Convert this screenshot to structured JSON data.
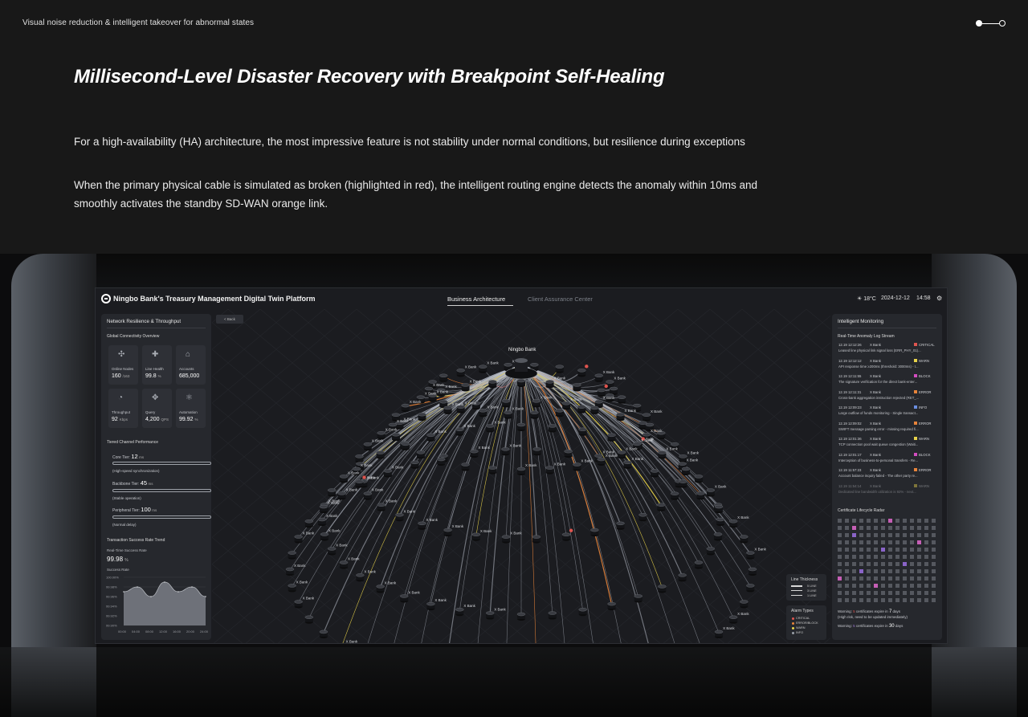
{
  "page": {
    "tagline": "Visual noise reduction & intelligent takeover for abnormal states",
    "headline": "Millisecond-Level Disaster Recovery with Breakpoint Self-Healing",
    "paragraph1": "For a high-availability (HA) architecture, the most impressive feature is not stability under normal conditions, but resilience during exceptions",
    "paragraph2": "When the primary physical cable is simulated as broken (highlighted in red), the intelligent routing engine detects the anomaly within 10ms and smoothly activates the standby SD-WAN orange link."
  },
  "dashboard": {
    "title": "Ningbo Bank's Treasury Management Digital Twin Platform",
    "tabs": [
      "Business Architecture",
      "Client Assurance Center"
    ],
    "active_tab": 0,
    "weather": "☀ 18°C",
    "date": "2024-12-12",
    "time": "14:58",
    "back_label": "< Back",
    "center_node": "Ningbo Bank",
    "node_label": "X Bank",
    "left_panel": {
      "title": "Network Resilience & Throughput",
      "overview_title": "Global Connectivity Overview",
      "tiles": [
        {
          "icon": "✣",
          "label": "Online Nodes",
          "value": "160",
          "unit": "/163"
        },
        {
          "icon": "✚",
          "label": "Line Health",
          "value": "99.8",
          "unit": "%"
        },
        {
          "icon": "⌂",
          "label": "Accounts",
          "value": "685,000",
          "unit": ""
        },
        {
          "icon": "◔",
          "label": "Throughput",
          "value": "92",
          "unit": "Kbps"
        },
        {
          "icon": "✥",
          "label": "Query",
          "value": "4,200",
          "unit": "QPS"
        },
        {
          "icon": "⚛",
          "label": "Automation",
          "value": "99.92",
          "unit": "%"
        }
      ],
      "tier_title": "Tiered Channel Performance",
      "tiers": [
        {
          "label": "Core Tier:",
          "value": "12",
          "unit": "ms",
          "note": "(High-speed synchronization)"
        },
        {
          "label": "Backbone Tier:",
          "value": "45",
          "unit": "ms",
          "note": "(Stable operation)"
        },
        {
          "label": "Peripheral Tier:",
          "value": "100",
          "unit": "ms",
          "note": "(Normal delay)"
        }
      ],
      "trend_title": "Transaction Success Rate Trend",
      "realtime_label": "Real-Time Success Rate",
      "realtime_value": "99.98",
      "realtime_unit": "%",
      "chart_label": "Success Rate"
    },
    "right_panel": {
      "title": "Intelligent Monitoring",
      "log_title": "Real-Time Anomaly Log Stream",
      "logs": [
        {
          "time": "12.19 12:12:26",
          "bank": "X Bank",
          "level": "CRITICAL",
          "color": "#e0554f",
          "msg": "Leased line physical link signal loss (ERR_PHY_01)..."
        },
        {
          "time": "12.19 12:12:12",
          "bank": "X Bank",
          "level": "WARN",
          "color": "#e8d34a",
          "msg": "API response time ≥200ms (threshold: 3000ms) - t..."
        },
        {
          "time": "12.19 12:11:55",
          "bank": "X Bank",
          "level": "BLOCK",
          "color": "#d34cc0",
          "msg": "The signature verification for the direct bank-enter..."
        },
        {
          "time": "12.19 12:11:31",
          "bank": "X Bank",
          "level": "ERROR",
          "color": "#e8843a",
          "msg": "Cross-bank aggregation instruction rejected (RET_..."
        },
        {
          "time": "12.19 12:09:23",
          "bank": "X Bank",
          "level": "INFO",
          "color": "#6a8ee0",
          "msg": "Large outflow of funds monitoring - Single transact..."
        },
        {
          "time": "12.19 12:09:02",
          "bank": "X Bank",
          "level": "ERROR",
          "color": "#e8843a",
          "msg": "SWIFT message parsing error - missing required fi..."
        },
        {
          "time": "12.19 12:01:36",
          "bank": "X Bank",
          "level": "WARN",
          "color": "#e8d34a",
          "msg": "TCP connection pool wait queue congestion (Waiti..."
        },
        {
          "time": "12.19 12:01:17",
          "bank": "X Bank",
          "level": "BLOCK",
          "color": "#d34cc0",
          "msg": "Interception of business-to-personal transfers - Re..."
        },
        {
          "time": "12.19 11:57:23",
          "bank": "X Bank",
          "level": "ERROR",
          "color": "#e8843a",
          "msg": "Account balance inquiry failed - The other party re..."
        },
        {
          "time": "12.19 11:54:14",
          "bank": "X Bank",
          "level": "WARN",
          "color": "#e8d34a",
          "msg": "Dedicated line bandwidth utilization is 92% - next..."
        }
      ],
      "radar_title": "Certificate Lifecycle Radar",
      "warn1_prefix": "Warning:",
      "warn1_count": "5",
      "warn1_mid": "certificates expire in",
      "warn1_days": "7",
      "warn1_suffix": "days",
      "warn1_note": "(High risk, need to be updated immediately)",
      "warn2_prefix": "Warning:",
      "warn2_count": "5",
      "warn2_mid": "certificates expire in",
      "warn2_days": "30",
      "warn2_suffix": "days"
    },
    "legend_thickness": {
      "title": "Line Thickness",
      "items": [
        "5 LINE",
        "3 LINE",
        "1 LINE"
      ]
    },
    "legend_alarm": {
      "title": "Alarm Types",
      "items": [
        {
          "label": "CRITICAL",
          "color": "#e0554f"
        },
        {
          "label": "ERROR/BLOCK",
          "color": "#e8843a"
        },
        {
          "label": "WARN",
          "color": "#e8d34a"
        },
        {
          "label": "INFO",
          "color": "#9aa0a8"
        }
      ]
    }
  },
  "chart_data": {
    "type": "area",
    "title": "Success Rate",
    "categories": [
      "00:00",
      "04:00",
      "08:00",
      "12:00",
      "16:00",
      "20:00",
      "24:00"
    ],
    "values": [
      99.97,
      99.98,
      99.96,
      99.99,
      99.97,
      99.98,
      99.96
    ],
    "y_ticks": [
      "100.00%",
      "99.98%",
      "99.96%",
      "99.94%",
      "99.92%",
      "99.90%"
    ],
    "ylim": [
      99.9,
      100.0
    ]
  }
}
